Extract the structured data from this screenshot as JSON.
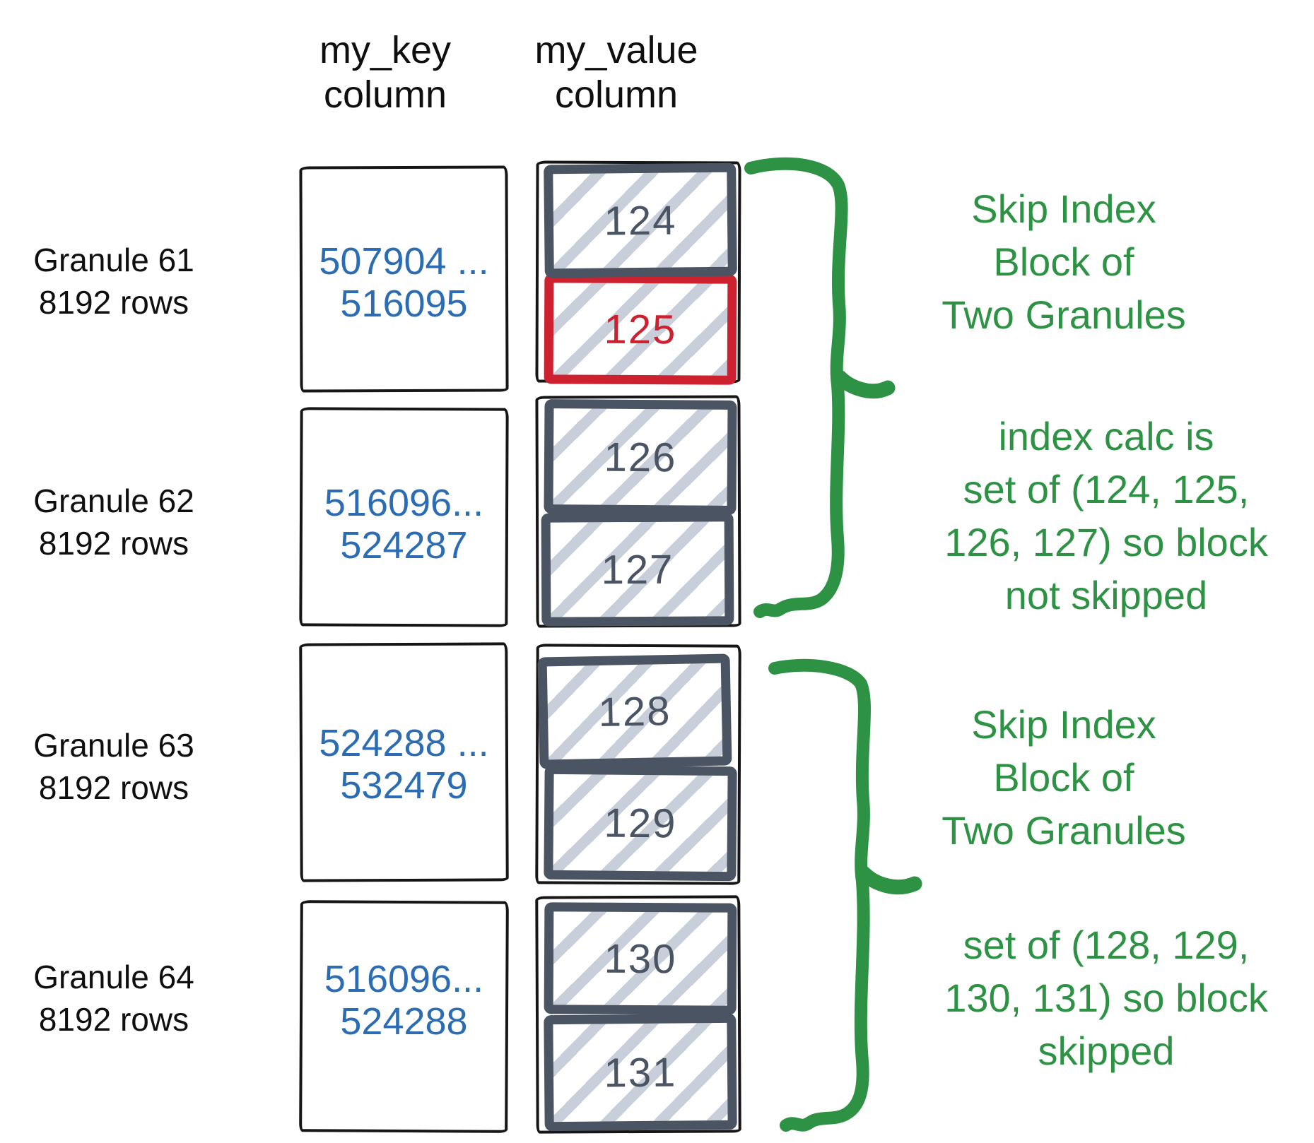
{
  "columns": {
    "key_header": [
      "my_key",
      "column"
    ],
    "value_header": [
      "my_value",
      "column"
    ]
  },
  "granules": [
    {
      "label": [
        "Granule 61",
        "8192 rows"
      ],
      "key_range": [
        "507904 ...",
        "516095"
      ],
      "values": [
        {
          "num": "124"
        },
        {
          "num": "125"
        }
      ]
    },
    {
      "label": [
        "Granule 62",
        "8192 rows"
      ],
      "key_range": [
        "516096...",
        "524287"
      ],
      "values": [
        {
          "num": "126"
        },
        {
          "num": "127"
        }
      ]
    },
    {
      "label": [
        "Granule 63",
        "8192 rows"
      ],
      "key_range": [
        "524288 ...",
        "532479"
      ],
      "values": [
        {
          "num": "128"
        },
        {
          "num": "129"
        }
      ]
    },
    {
      "label": [
        "Granule 64",
        "8192 rows"
      ],
      "key_range": [
        "516096...",
        "524288"
      ],
      "values": [
        {
          "num": "130"
        },
        {
          "num": "131"
        }
      ]
    }
  ],
  "annotations": [
    {
      "lines": [
        "Skip Index",
        "Block of",
        "Two Granules"
      ]
    },
    {
      "lines": [
        "index calc is",
        "set of (124, 125,",
        "126, 127) so block",
        "not skipped"
      ]
    },
    {
      "lines": [
        "Skip Index",
        "Block of",
        "Two Granules"
      ]
    },
    {
      "lines": [
        "set of (128, 129,",
        "130, 131) so block",
        "skipped"
      ]
    }
  ],
  "colors": {
    "annotation_green": "#2e9245",
    "key_blue": "#2b6cb3",
    "highlight_red": "#ce2130",
    "value_slate": "#4a5462",
    "hatch_gray": "#c9cfda",
    "ink_black": "#161616"
  }
}
